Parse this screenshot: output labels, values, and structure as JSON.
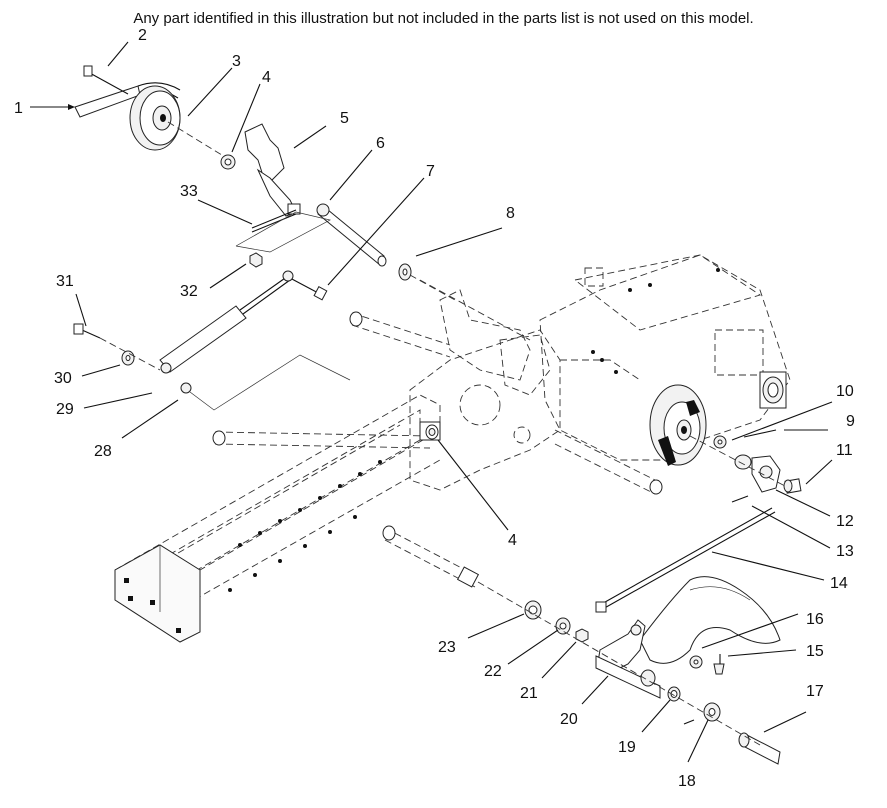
{
  "note": "Any part identified in this illustration but not included in the parts list is not used on this model.",
  "callouts": [
    "1",
    "2",
    "3",
    "4",
    "5",
    "6",
    "7",
    "8",
    "9",
    "10",
    "11",
    "12",
    "13",
    "14",
    "15",
    "16",
    "17",
    "18",
    "19",
    "20",
    "21",
    "22",
    "23",
    "28",
    "29",
    "30",
    "31",
    "32",
    "33",
    "4"
  ]
}
